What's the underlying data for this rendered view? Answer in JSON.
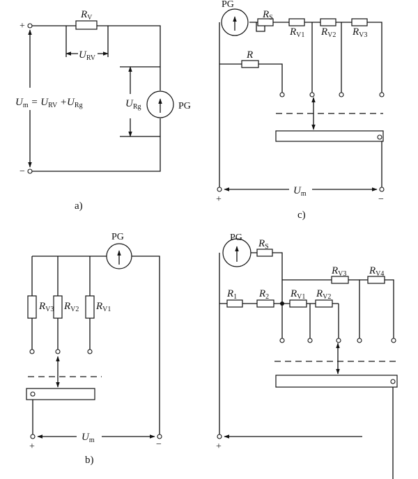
{
  "figure": {
    "panel_a": {
      "caption": "a)",
      "meter": "PG",
      "plus": "+",
      "minus": "−",
      "r_v": {
        "main": "R",
        "sub": "V"
      },
      "u_rv": {
        "main": "U",
        "sub": "RV"
      },
      "u_rg": {
        "main": "U",
        "sub": "Rg"
      },
      "equation": {
        "u": "U",
        "m": "m",
        "eq": " = U",
        "rv": "RV",
        "plus": " +U",
        "rg": "Rg"
      }
    },
    "panel_b": {
      "caption": "b)",
      "meter": "PG",
      "plus": "+",
      "minus": "−",
      "r_v3": {
        "main": "R",
        "sub": "V3"
      },
      "r_v2": {
        "main": "R",
        "sub": "V2"
      },
      "r_v1": {
        "main": "R",
        "sub": "V1"
      },
      "u_m": {
        "main": "U",
        "sub": "m"
      }
    },
    "panel_c": {
      "caption": "c)",
      "meter": "PG",
      "plus": "+",
      "minus": "−",
      "r_s": {
        "main": "R",
        "sub": "S"
      },
      "r_v1": {
        "main": "R",
        "sub": "V1"
      },
      "r_v2": {
        "main": "R",
        "sub": "V2"
      },
      "r_v3": {
        "main": "R",
        "sub": "V3"
      },
      "r": "R",
      "u_m": {
        "main": "U",
        "sub": "m"
      }
    },
    "panel_d": {
      "meter": "PG",
      "plus": "+",
      "r_s": {
        "main": "R",
        "sub": "S"
      },
      "r_1": {
        "main": "R",
        "sub": "1"
      },
      "r_2": {
        "main": "R",
        "sub": "2"
      },
      "r_v1": {
        "main": "R",
        "sub": "V1"
      },
      "r_v2": {
        "main": "R",
        "sub": "V2"
      },
      "r_v3": {
        "main": "R",
        "sub": "V3"
      },
      "r_v4": {
        "main": "R",
        "sub": "V4"
      }
    }
  }
}
